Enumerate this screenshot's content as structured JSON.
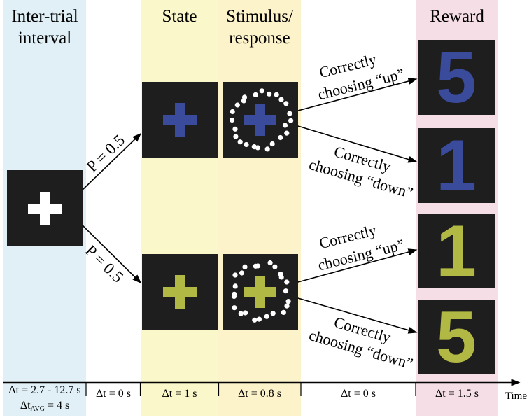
{
  "colors": {
    "iti_background": "#e0f0f6",
    "state_background": "#faf7ca",
    "stimulus_background": "#fdf3cb",
    "reward_background": "#f6dee7",
    "square": "#1e1e1e",
    "fixation": "#ffffff",
    "dots": "#ffffff",
    "blue": "#3a4b9c",
    "yellow_green": "#b2b844"
  },
  "phases": {
    "iti": {
      "title": [
        "Inter-trial",
        "interval"
      ],
      "icon": "fixation-cross-icon"
    },
    "state": {
      "title": "State",
      "icon": "cross-icon"
    },
    "stimulus": {
      "title": [
        "Stimulus/",
        "response"
      ],
      "icon": "dot-ring-cross-icon"
    },
    "reward": {
      "title": "Reward"
    }
  },
  "transitions": [
    {
      "probability": "P = 0.5"
    },
    {
      "probability": "P = 0.5"
    }
  ],
  "states": [
    {
      "cue_color": "#3a4b9c"
    },
    {
      "cue_color": "#b2b844"
    }
  ],
  "branches": [
    {
      "line1": "Correctly",
      "line2": "choosing “up”",
      "reward": "5",
      "color": "#3a4b9c"
    },
    {
      "line1": "Correctly",
      "line2": "choosing “down”",
      "reward": "1",
      "color": "#3a4b9c"
    },
    {
      "line1": "Correctly",
      "line2": "choosing “up”",
      "reward": "1",
      "color": "#b2b844"
    },
    {
      "line1": "Correctly",
      "line2": "choosing “down”",
      "reward": "5",
      "color": "#b2b844"
    }
  ],
  "timeline": {
    "axis_label": "Time",
    "segments": [
      {
        "text": "Δt = 2.7 - 12.7 s",
        "avg_symbol": "Δt",
        "avg_subscript": "AVG",
        "avg_value": " = 4 s"
      },
      {
        "text": "Δt = 0 s"
      },
      {
        "text": "Δt = 1 s"
      },
      {
        "text": "Δt = 0.8 s"
      },
      {
        "text": "Δt = 0 s"
      },
      {
        "text": "Δt = 1.5 s"
      }
    ]
  }
}
